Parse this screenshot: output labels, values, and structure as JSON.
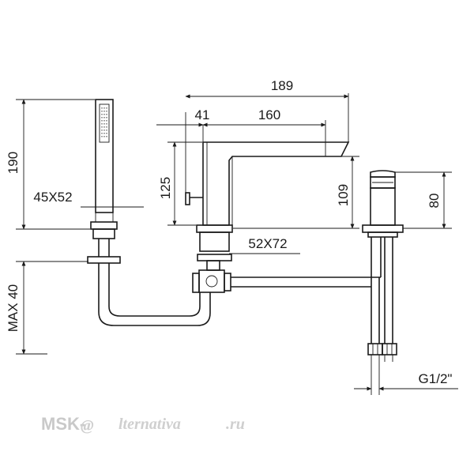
{
  "dimensions": {
    "overall_length": "189",
    "offset": "41",
    "spout_reach": "160",
    "spout_height": "125",
    "body_height": "109",
    "valve_height": "80",
    "shower_length": "190",
    "shower_base": "45X52",
    "body_base": "52X72",
    "max_depth": "MAX 40",
    "connection": "G1/2\""
  },
  "watermark": {
    "brand": "MSK-",
    "symbol": "@",
    "suffix": "lternativa",
    "tld": ".ru"
  }
}
